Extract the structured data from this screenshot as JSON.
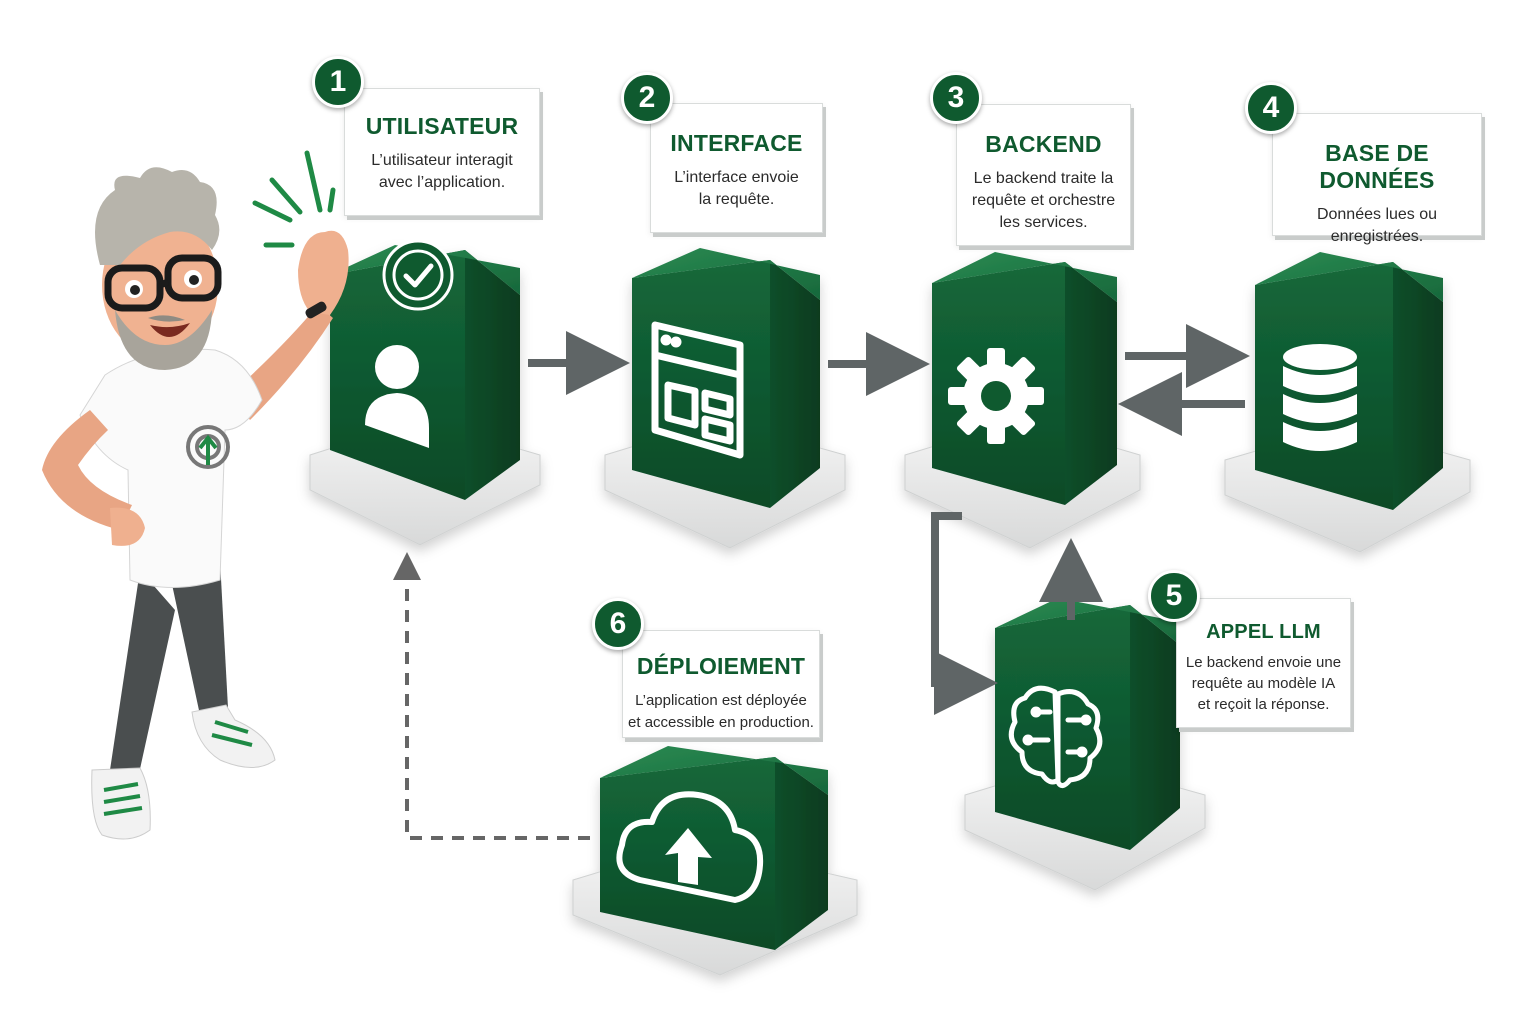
{
  "colors": {
    "brand_green": "#0f5a2f",
    "block_green_top": "#1d7a45",
    "arrow_gray": "#5f6566",
    "base_gray": "#e4e5e5"
  },
  "steps": [
    {
      "number": "1",
      "title": "UTILISATEUR",
      "text": "L’utilisateur interagit\navec l’application.",
      "icon": "user-icon"
    },
    {
      "number": "2",
      "title": "INTERFACE",
      "text": "L’interface envoie\nla requête.",
      "icon": "browser-window-icon"
    },
    {
      "number": "3",
      "title": "BACKEND",
      "text": "Le backend traite la\nrequête et orchestre\nles services.",
      "icon": "gear-icon"
    },
    {
      "number": "4",
      "title": "BASE DE DONNÉES",
      "text": "Données lues ou\nenregistrées.",
      "icon": "database-icon"
    },
    {
      "number": "5",
      "title": "APPEL LLM",
      "text": "Le backend envoie une\nrequête au modèle IA\net reçoit la réponse.",
      "icon": "brain-circuit-icon"
    },
    {
      "number": "6",
      "title": "DÉPLOIEMENT",
      "text": "L’application est déployée\net accessible en production.",
      "icon": "cloud-upload-icon"
    }
  ],
  "mascot": {
    "icon": "developer-mascot-icon"
  }
}
